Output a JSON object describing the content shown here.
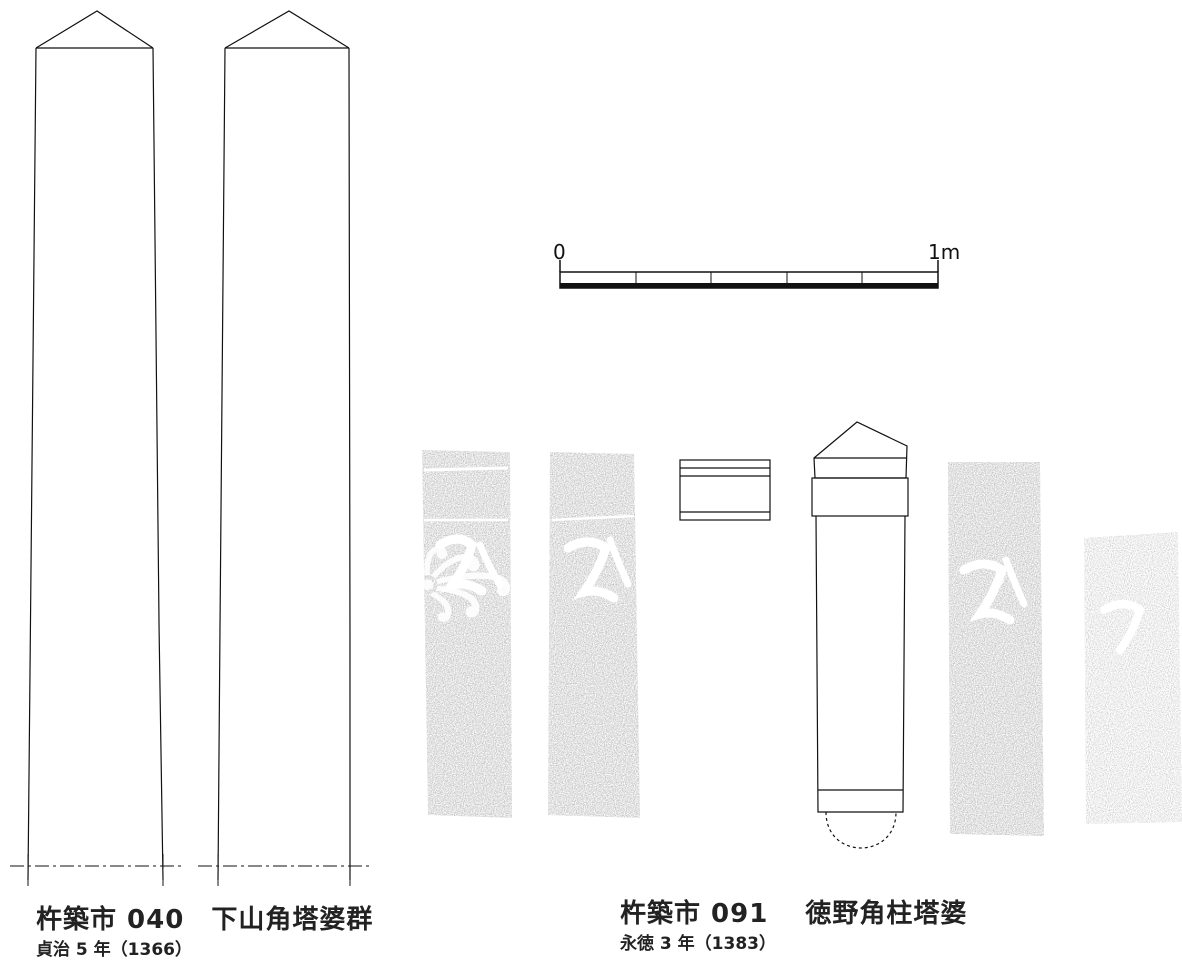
{
  "scale_bar": {
    "start_label": "0",
    "end_label": "1m"
  },
  "left_group": {
    "title": "杵築市 040　下山角塔婆群",
    "date": "貞治 5 年（1366）"
  },
  "right_group": {
    "title": "杵築市 091　 徳野角柱塔婆",
    "date": "永徳 3 年（1383）"
  },
  "colors": {
    "line": "#111111",
    "rubbing_dark": "#6e6e6e",
    "rubbing_light": "#b4b4b4"
  }
}
